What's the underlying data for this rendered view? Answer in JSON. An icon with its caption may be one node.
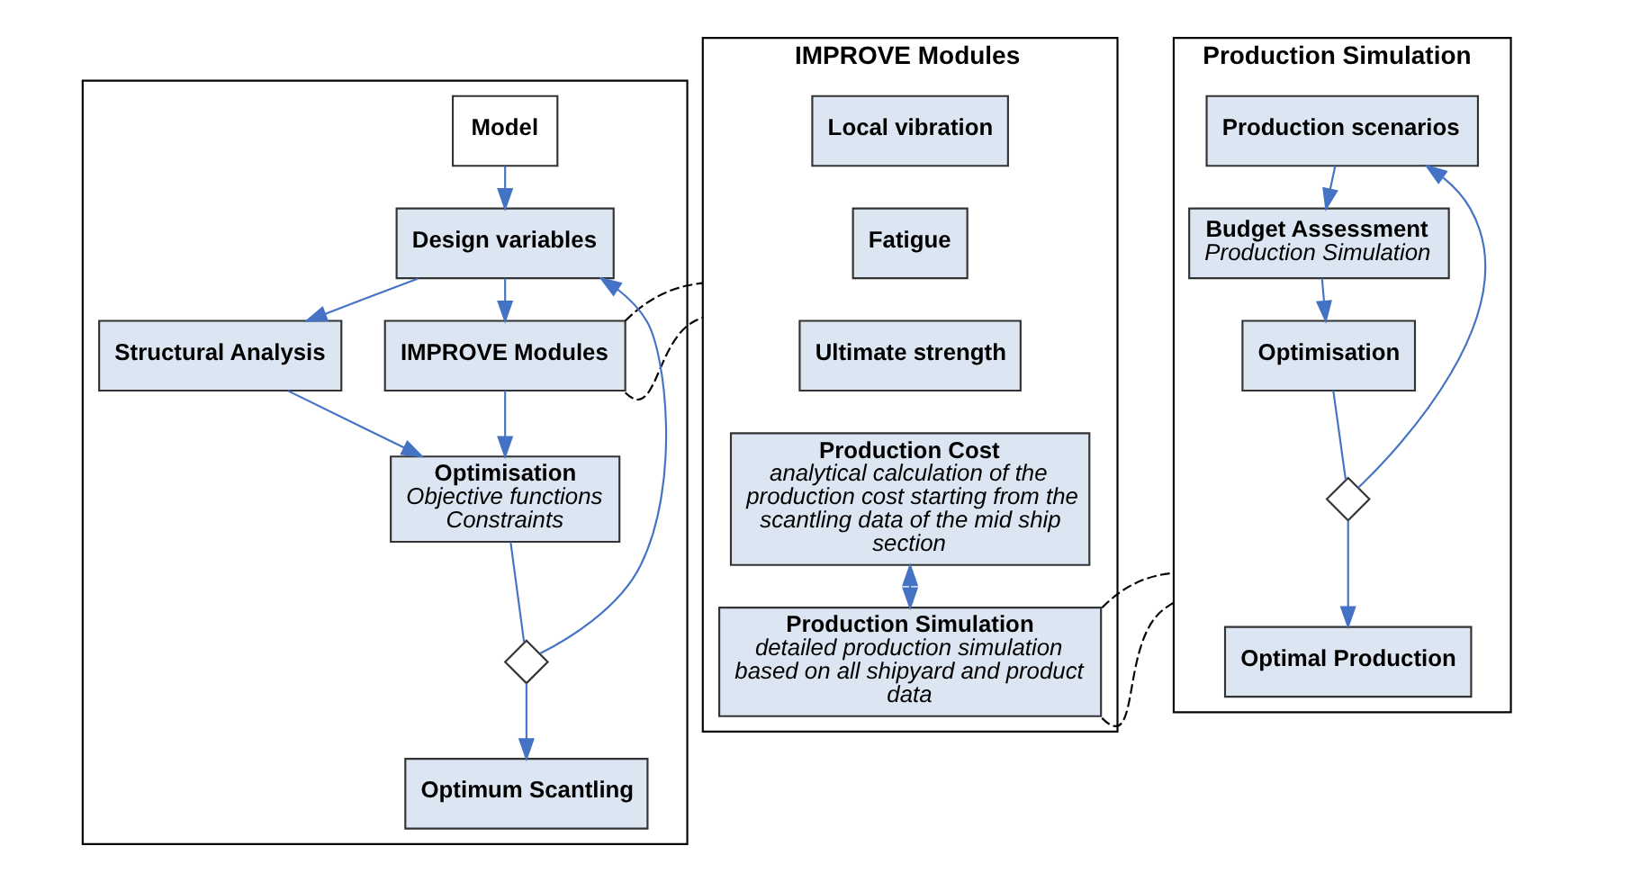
{
  "diagram": {
    "nodes": [
      {
        "text": [],
        "shape": "box"
      },
      {
        "text": [
          "Model"
        ],
        "in": 0
      },
      {
        "text": [
          "Design variables"
        ],
        "in": 0
      },
      {
        "text": [
          "Structural Analysis"
        ],
        "in": 0
      },
      {
        "text": [
          "IMPROVE Modules"
        ],
        "in": 0
      },
      {
        "text": [
          "Optimisation",
          "Objective functions",
          "Constraints"
        ],
        "in": 0
      },
      {
        "text": [],
        "shape": "diamond",
        "in": 0
      },
      {
        "text": [
          "Optimum Scantling"
        ],
        "in": 0
      },
      {
        "text": [
          "IMPROVE Modules"
        ]
      },
      {
        "text": [
          "Local vibration"
        ],
        "in": 8
      },
      {
        "text": [
          "Fatigue"
        ],
        "in": 8
      },
      {
        "text": [
          "Ultimate strength"
        ],
        "in": 8
      },
      {
        "text": [
          "Production Cost",
          "analytical calculation of the production cost starting from the scantling data of the mid ship section"
        ],
        "in": 8
      },
      {
        "text": [
          "Production Simulation",
          "detailed production simulation based on all shipyard and product data"
        ],
        "in": 8
      },
      {
        "text": [
          "Production Simulation"
        ]
      },
      {
        "text": [
          "Production scenarios"
        ],
        "in": 14
      },
      {
        "text": [
          "Budget Assessment",
          "Production Simulation"
        ],
        "in": 14
      },
      {
        "text": [
          "Optimisation"
        ],
        "in": 14
      },
      {
        "text": [],
        "shape": "diamond",
        "in": 14
      },
      {
        "text": [
          "Optimal Production"
        ],
        "in": 14
      }
    ],
    "edges": [
      {
        "from": 1,
        "to": 2,
        "arrow": "to"
      },
      {
        "from": 2,
        "to": 3,
        "arrow": "to"
      },
      {
        "from": 2,
        "to": 4,
        "arrow": "to"
      },
      {
        "from": 3,
        "to": 5,
        "arrow": "to"
      },
      {
        "from": 4,
        "to": 5,
        "arrow": "to"
      },
      {
        "from": 5,
        "to": 6,
        "arrow": "none"
      },
      {
        "from": 6,
        "to": 7,
        "arrow": "to"
      },
      {
        "from": 6,
        "to": 2,
        "arrow": "to"
      },
      {
        "from": 4,
        "to": 8,
        "arrow": "none",
        "style": "dashed",
        "color": "#000000"
      },
      {
        "from": 4,
        "to": 8,
        "arrow": "none",
        "style": "dashed",
        "color": "#000000"
      },
      {
        "from": 12,
        "to": 13,
        "arrow": "both"
      },
      {
        "from": 13,
        "to": 14,
        "arrow": "none",
        "style": "dashed",
        "color": "#000000"
      },
      {
        "from": 13,
        "to": 14,
        "arrow": "none",
        "style": "dashed",
        "color": "#000000"
      },
      {
        "from": 15,
        "to": 16,
        "arrow": "to"
      },
      {
        "from": 16,
        "to": 17,
        "arrow": "to"
      },
      {
        "from": 17,
        "to": 18,
        "arrow": "none"
      },
      {
        "from": 18,
        "to": 19,
        "arrow": "to"
      },
      {
        "from": 18,
        "to": 15,
        "arrow": "to"
      }
    ]
  }
}
